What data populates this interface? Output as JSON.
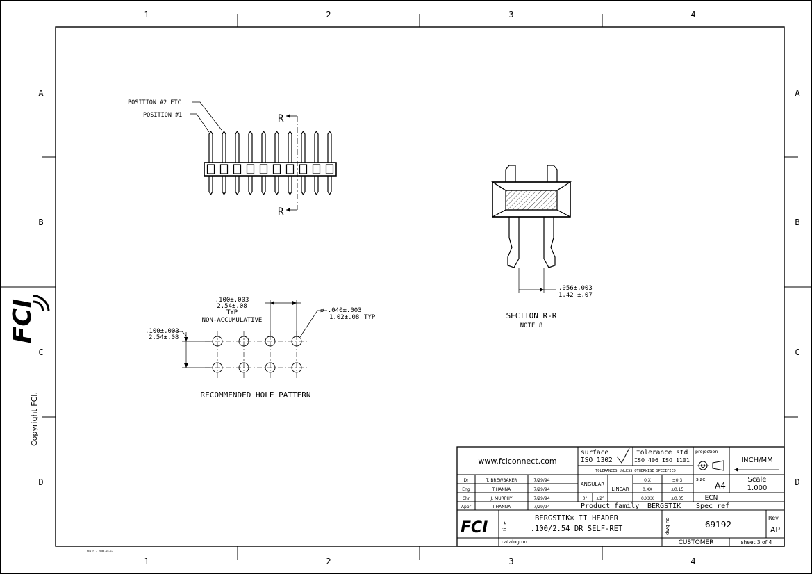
{
  "zones": {
    "columns": [
      "1",
      "2",
      "3",
      "4"
    ],
    "rows": [
      "A",
      "B",
      "C",
      "D"
    ]
  },
  "side": {
    "copyright": "Copyright FCI."
  },
  "logo": {
    "text": "FCI"
  },
  "rev_note": "REV F - 2000-04-17",
  "views": {
    "front": {
      "position_2": "POSITION #2 ETC",
      "position_1": "POSITION #1",
      "section_mark": "R"
    },
    "section": {
      "dim_value": ".056±.003",
      "dim_mm": "1.42 ±.07",
      "title": "SECTION R-R",
      "note": "NOTE 8"
    },
    "hole_pattern": {
      "pitch_value": ".100±.003",
      "pitch_mm": "2.54±.08",
      "typ": "TYP",
      "non_accumulative": "NON-ACCUMULATIVE",
      "row_pitch_value": ".100±.003",
      "row_pitch_mm": "2.54±.08",
      "hole_dia_value": "ø .040±.003",
      "hole_dia_mm": "1.02±.08",
      "hole_typ": "TYP",
      "title": "RECOMMENDED HOLE PATTERN"
    }
  },
  "title_block": {
    "website": "www.fciconnect.com",
    "surface_label": "surface",
    "surface_std": "ISO 1302",
    "tolerance_label": "tolerance std",
    "tolerance_std": "ISO 406 ISO 1101",
    "tolerances_note": "TOLERANCES UNLESS OTHERWISE SPECIFIED",
    "projection_label": "projection",
    "units": "INCH/MM",
    "people": [
      {
        "role": "Dr",
        "name": "T. BREWBAKER",
        "date": "7/29/94"
      },
      {
        "role": "Eng",
        "name": "T.HANNA",
        "date": "7/29/94"
      },
      {
        "role": "Chr",
        "name": "J. MURPHY",
        "date": "7/29/94"
      },
      {
        "role": "Appr",
        "name": "T.HANNA",
        "date": "7/29/94"
      }
    ],
    "angular_label": "ANGULAR",
    "angular_values": [
      "0°",
      "±2°"
    ],
    "linear_label": "LINEAR",
    "linear_rows": [
      {
        "format": "0.X",
        "tol": "±0.3"
      },
      {
        "format": "0.XX",
        "tol": "±0.15"
      },
      {
        "format": "0.XXX",
        "tol": "±0.05"
      }
    ],
    "size_label": "size",
    "size_value": "A4",
    "scale_label": "Scale",
    "scale_value": "1.000",
    "ecn_label": "ECN",
    "product_family_label": "Product family",
    "product_family": "BERGSTIK",
    "spec_ref_label": "Spec ref",
    "title_label": "title",
    "title_line1": "BERGSTIK® II HEADER",
    "title_line2": ".100/2.54 DR SELF-RET",
    "dwg_no_label": "dwg no",
    "dwg_no": "69192",
    "rev_label": "Rev.",
    "rev": "AP",
    "catalog_label": "catalog no",
    "customer": "CUSTOMER",
    "sheet": "sheet 3 of 4"
  }
}
